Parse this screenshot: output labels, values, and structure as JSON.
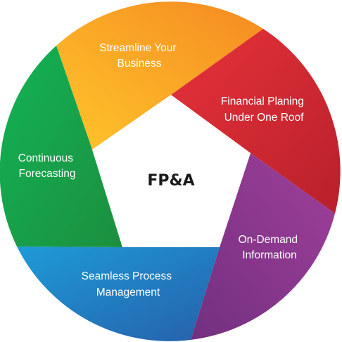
{
  "center": {
    "title": "FP&A"
  },
  "segments": [
    {
      "lines": [
        "Streamline Your",
        "Business"
      ],
      "color_light": "#FFC52A",
      "color_dark": "#F58A22"
    },
    {
      "lines": [
        "Financial Planing",
        "Under One Roof"
      ],
      "color_light": "#E7323A",
      "color_dark": "#B8202B"
    },
    {
      "lines": [
        "On-Demand",
        "Information"
      ],
      "color_light": "#A03F9B",
      "color_dark": "#72307F"
    },
    {
      "lines": [
        "Seamless Process",
        "Management"
      ],
      "color_light": "#1E9BD7",
      "color_dark": "#2660AA"
    },
    {
      "lines": [
        "Continuous",
        "Forecasting"
      ],
      "color_light": "#12B356",
      "color_dark": "#1C8F3E"
    }
  ]
}
